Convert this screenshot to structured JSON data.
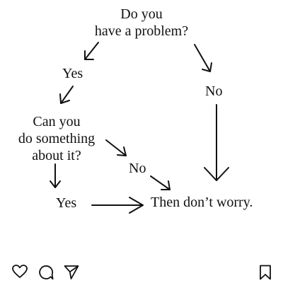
{
  "flowchart": {
    "question_1": "Do you have a problem?",
    "question_1_line1": "Do you",
    "question_1_line2": "have a problem?",
    "yes_1": "Yes",
    "no_1": "No",
    "question_2_line1": "Can you",
    "question_2_line2": "do something",
    "question_2_line3": "about it?",
    "no_2": "No",
    "yes_2": "Yes",
    "result": "Then don’t worry."
  },
  "toolbar": {
    "like_icon": "heart-icon",
    "comment_icon": "comment-icon",
    "share_icon": "share-icon",
    "save_icon": "bookmark-icon"
  },
  "colors": {
    "ink": "#111111",
    "background": "#ffffff"
  }
}
